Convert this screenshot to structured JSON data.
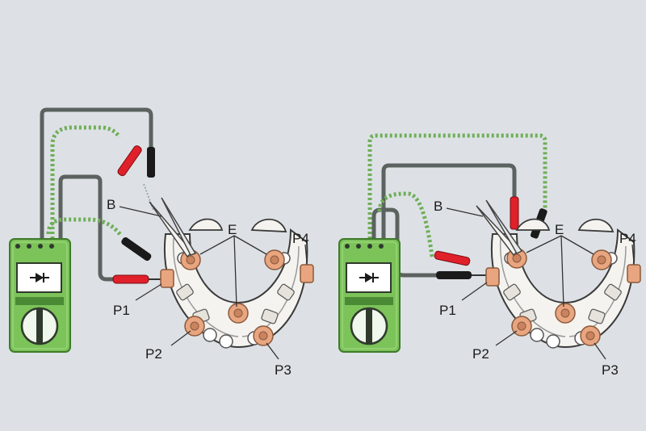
{
  "colors": {
    "background": "#dde1e5",
    "meter_green": "#7cc35a",
    "meter_dark": "#4a8a34",
    "lead_red": "#e0202a",
    "lead_black": "#1a1a1a",
    "wire_gray": "#5b625f",
    "wire_dashed": "#6fae58",
    "terminal_copper": "#e8a57f",
    "rectifier_white": "#f5f3ef"
  },
  "icons": {
    "meter_mode": "diode-icon",
    "meter_dial": "rotary-dial-icon"
  },
  "left": {
    "labels": {
      "b": "B",
      "e": "E",
      "p1": "P1",
      "p2": "P2",
      "p3": "P3",
      "p4": "P4"
    }
  },
  "right": {
    "labels": {
      "b": "B",
      "e": "E",
      "p1": "P1",
      "p2": "P2",
      "p3": "P3",
      "p4": "P4"
    }
  }
}
